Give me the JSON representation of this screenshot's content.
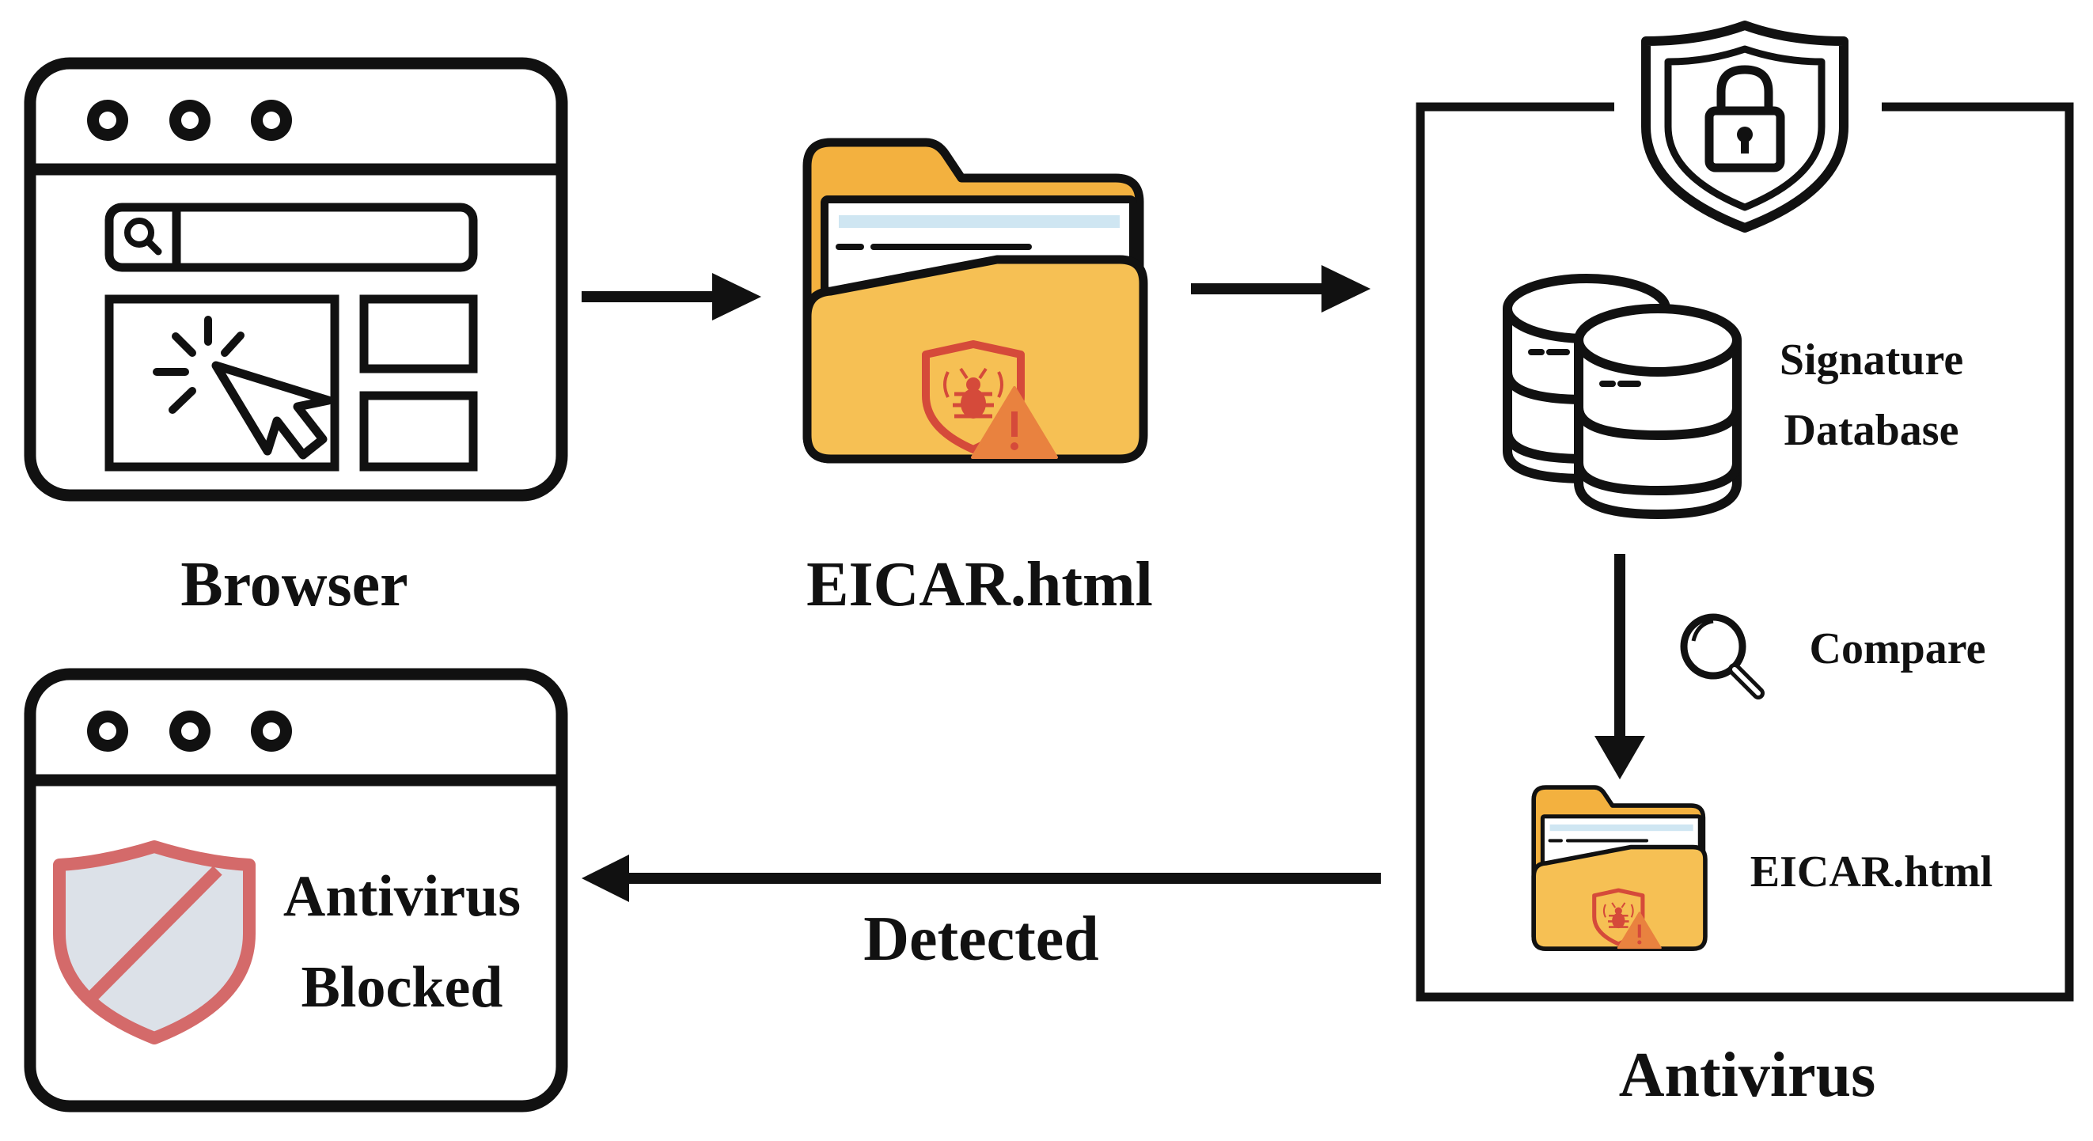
{
  "labels": {
    "browser": "Browser",
    "eicar_file": "EICAR.html",
    "signature_line1": "Signature",
    "signature_line2": "Database",
    "compare": "Compare",
    "eicar_file_small": "EICAR.html",
    "antivirus": "Antivirus",
    "detected": "Detected",
    "blocked_line1": "Antivirus",
    "blocked_line2": "Blocked"
  },
  "colors": {
    "stroke": "#111111",
    "folder_fill": "#F6C054",
    "folder_back": "#F3B13F",
    "paper_fill": "#FFFFFF",
    "paper_stripe": "#CFE6F2",
    "threat_red": "#D54A3A",
    "warning_orange": "#E9823F",
    "blocked_shield_stroke": "#D46A6A",
    "blocked_shield_fill": "#DCE1E8"
  },
  "icons": {
    "browser": "browser-window-icon",
    "malware_folder": "folder-malware-icon",
    "antivirus_shield": "shield-lock-icon",
    "database": "database-icon",
    "magnifier": "magnifier-icon",
    "blocked": "shield-blocked-icon"
  }
}
